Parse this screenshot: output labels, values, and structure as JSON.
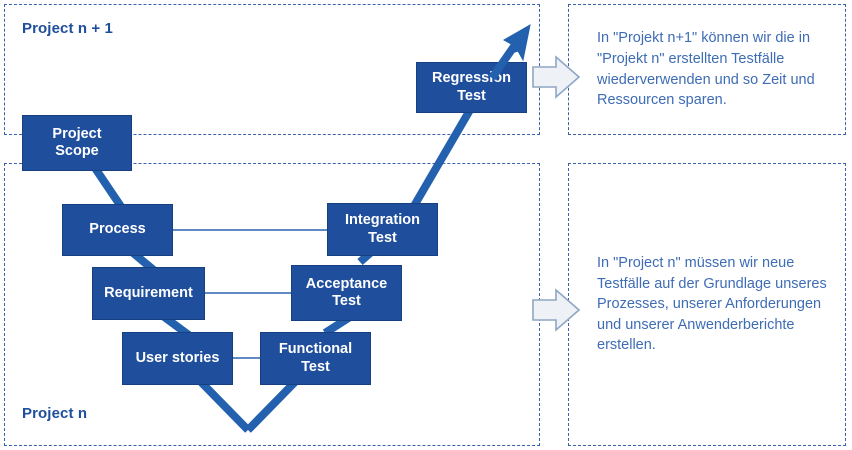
{
  "diagram": {
    "title_upper_lane": "Project n + 1",
    "title_lower_lane": "Project n",
    "accent_color": "#1F4E9C",
    "note_text_color": "#3E6CB5",
    "lane_border_color": "#3A62A8",
    "grey_arrow_fill": "#EEF2F7"
  },
  "boxes": {
    "project_scope": "Project\nScope",
    "process": "Process",
    "requirement": "Requirement",
    "user_stories": "User stories",
    "functional_test": "Functional\nTest",
    "acceptance_test": "Acceptance\nTest",
    "integration_test": "Integration\nTest",
    "regression_test": "Regression\nTest"
  },
  "notes": {
    "upper": "In \"Projekt n+1\" können wir die in \"Projekt n\" erstellten Testfälle wiederverwenden und so Zeit und Ressourcen sparen.",
    "lower": "In \"Project n\" müssen wir neue Testfälle auf der Grundlage unseres Prozesses, unserer Anforderungen und unserer Anwenderberichte erstellen."
  }
}
